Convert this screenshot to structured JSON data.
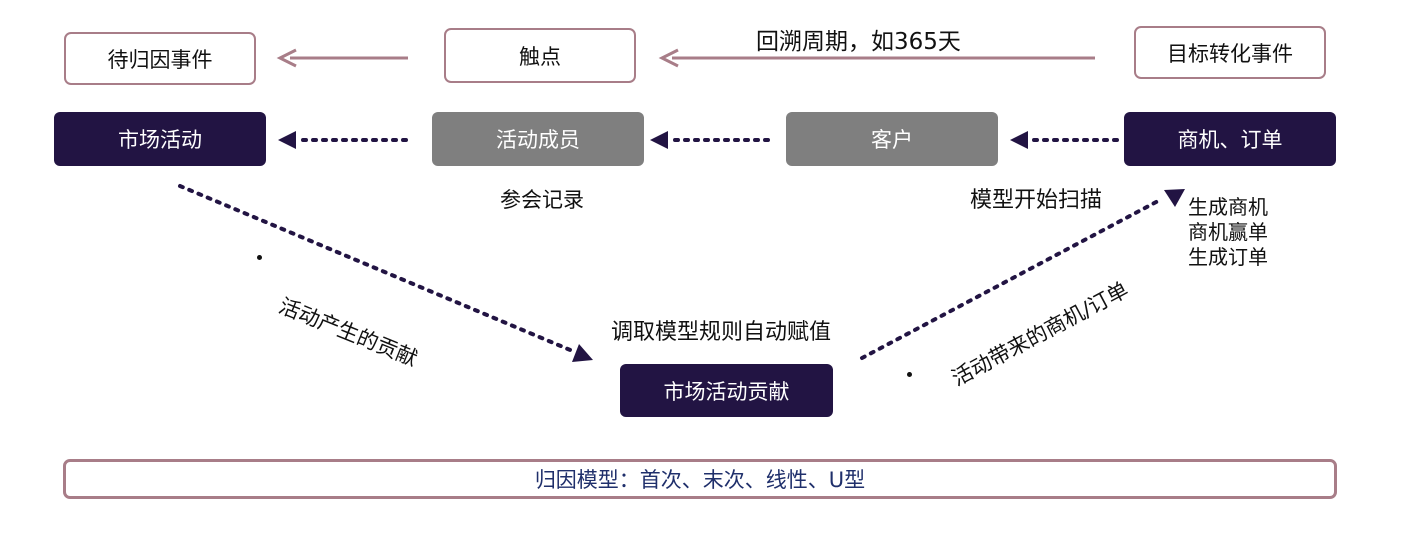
{
  "top_row": {
    "pending_event": "待归因事件",
    "touchpoint": "触点",
    "lookback_label": "回溯周期，如365天",
    "target_event": "目标转化事件"
  },
  "mid_row": {
    "campaign": "市场活动",
    "member": "活动成员",
    "customer": "客户",
    "opportunity_order": "商机、订单"
  },
  "annotations": {
    "attendance": "参会记录",
    "model_start": "模型开始扫描",
    "generated": [
      "生成商机",
      "商机赢单",
      "生成订单"
    ],
    "contribution_diag": "活动产生的贡献",
    "rules_label": "调取模型规则自动赋值",
    "opp_from_campaign": "活动带来的商机/订单"
  },
  "result_box": "市场活动贡献",
  "footer": "归因模型：首次、末次、线性、U型",
  "colors": {
    "dark": "#221443",
    "gray": "#7f7f7f",
    "outline": "#a87d88",
    "footer_text": "#1f2f6b"
  }
}
